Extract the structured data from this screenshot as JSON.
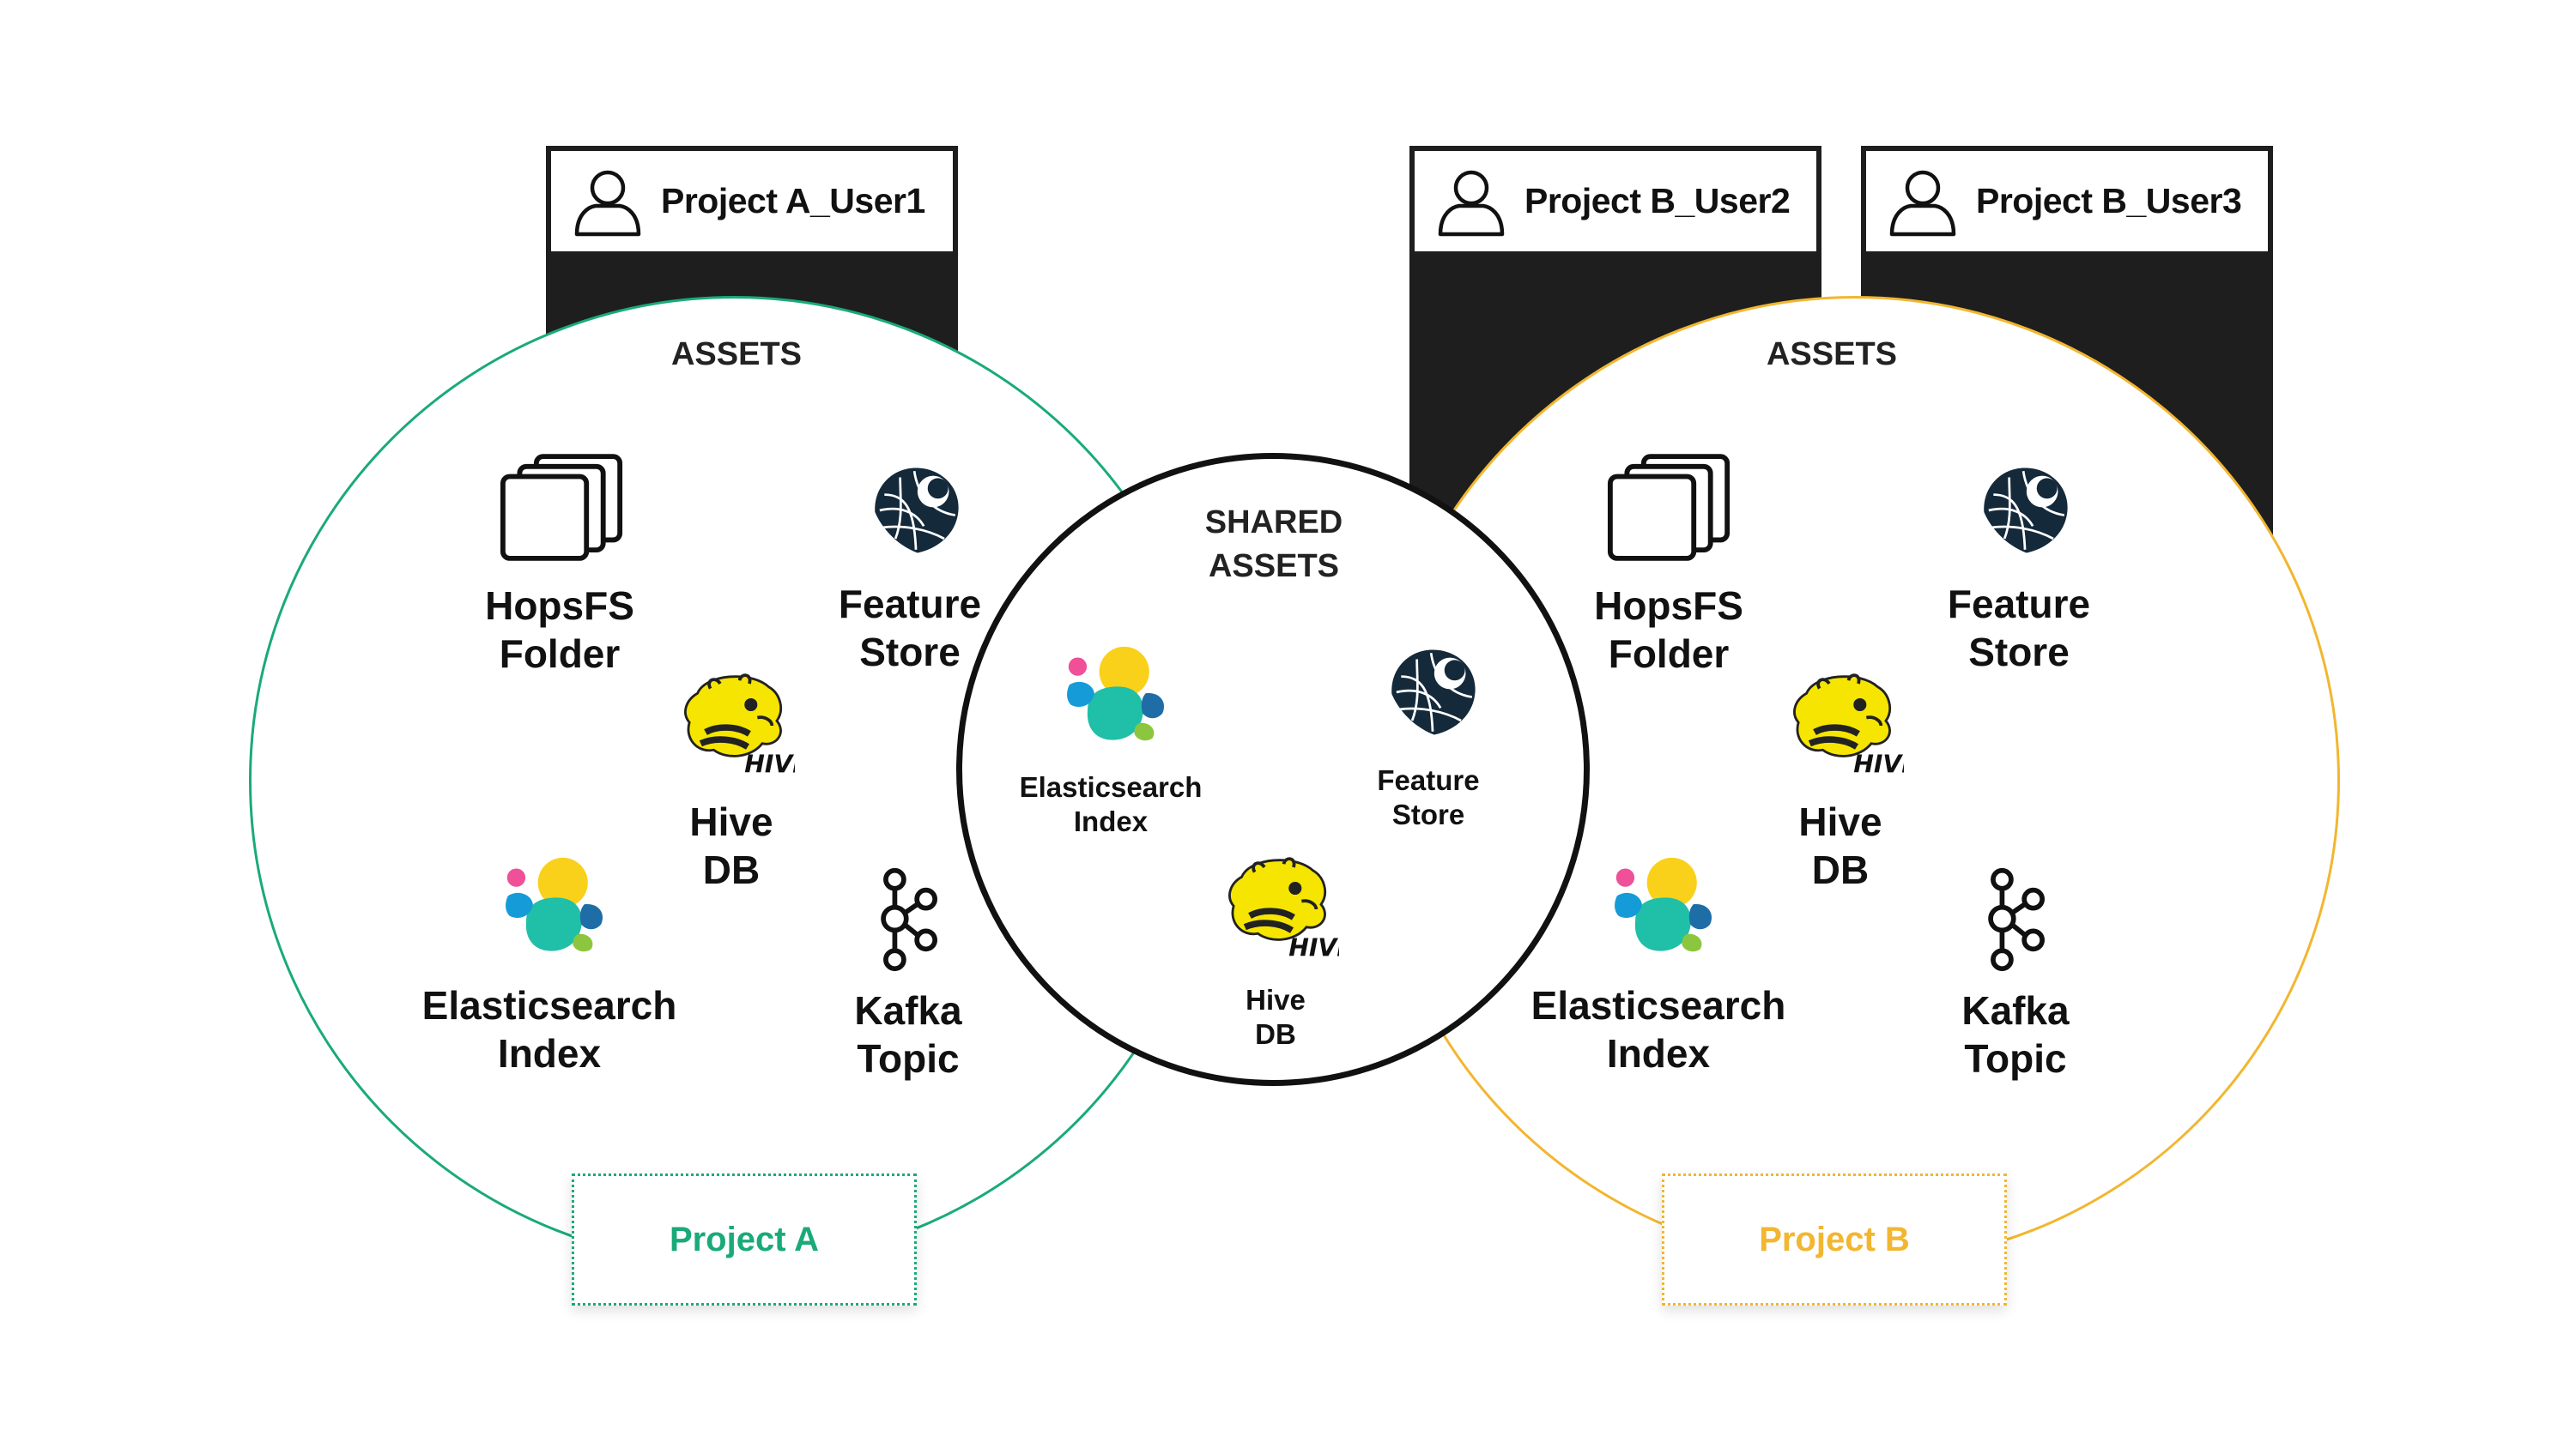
{
  "colors": {
    "project_a": "#1aaa7a",
    "project_b": "#f2b630",
    "dark_panel": "#1e1e1e",
    "shared_border": "#111111"
  },
  "users": [
    {
      "name": "Project A_User1",
      "icon": "user-icon"
    },
    {
      "name": "Project B_User2",
      "icon": "user-icon"
    },
    {
      "name": "Project B_User3",
      "icon": "user-icon"
    }
  ],
  "project_a": {
    "title": "ASSETS",
    "label": "Project A",
    "assets": {
      "hopsfs": {
        "line1": "HopsFS",
        "line2": "Folder",
        "icon": "folders-icon"
      },
      "feature_store": {
        "line1": "Feature",
        "line2": "Store",
        "icon": "feature-store-icon"
      },
      "hive": {
        "line1": "Hive",
        "line2": "DB",
        "icon": "hive-icon"
      },
      "elasticsearch": {
        "line1": "Elasticsearch",
        "line2": "Index",
        "icon": "elasticsearch-icon"
      },
      "kafka": {
        "line1": "Kafka",
        "line2": "Topic",
        "icon": "kafka-icon"
      }
    }
  },
  "project_b": {
    "title": "ASSETS",
    "label": "Project B",
    "assets": {
      "hopsfs": {
        "line1": "HopsFS",
        "line2": "Folder",
        "icon": "folders-icon"
      },
      "feature_store": {
        "line1": "Feature",
        "line2": "Store",
        "icon": "feature-store-icon"
      },
      "hive": {
        "line1": "Hive",
        "line2": "DB",
        "icon": "hive-icon"
      },
      "elasticsearch": {
        "line1": "Elasticsearch",
        "line2": "Index",
        "icon": "elasticsearch-icon"
      },
      "kafka": {
        "line1": "Kafka",
        "line2": "Topic",
        "icon": "kafka-icon"
      }
    }
  },
  "shared": {
    "title_line1": "SHARED",
    "title_line2": "ASSETS",
    "assets": {
      "elasticsearch": {
        "line1": "Elasticsearch",
        "line2": "Index",
        "icon": "elasticsearch-icon"
      },
      "feature_store": {
        "line1": "Feature",
        "line2": "Store",
        "icon": "feature-store-icon"
      },
      "hive": {
        "line1": "Hive",
        "line2": "DB",
        "icon": "hive-icon"
      }
    }
  }
}
